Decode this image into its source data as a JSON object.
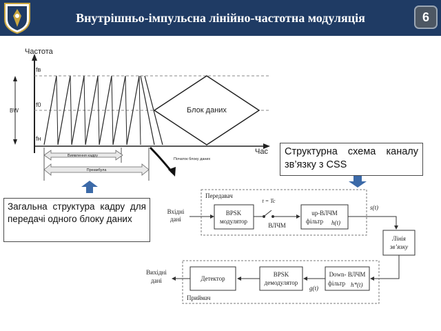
{
  "header": {
    "title": "Внутрішньо-імпульсна лінійно-частотна модуляція",
    "page_number": "6",
    "colors": {
      "header_bg": "#1f3b64",
      "arrow": "#3c6aa8"
    }
  },
  "chirp_figure": {
    "y_axis_label": "Частота",
    "x_axis_label": "Час",
    "f_top": "fв",
    "f_center": "f0",
    "f_bottom": "fн",
    "bandwidth": "BW",
    "data_block": "Блок даних",
    "sync_bar": "Виявлення кадру",
    "preamble_bar": "Преамбула",
    "block_start": "Початок блоку даних"
  },
  "callouts": {
    "structure_title": "Структурна схема каналу зв’язку з CSS",
    "frame_title": "Загальна структура кадру для передачі одного блоку даних"
  },
  "block_diagram": {
    "transmitter_label": "Передавач",
    "receiver_label": "Приймач",
    "input_data": [
      "Вхідні",
      "дані"
    ],
    "output_data": [
      "Вихідні",
      "дані"
    ],
    "bpsk_modulator": [
      "BPSK",
      "модулятор"
    ],
    "switch_time": "t = Tc",
    "chirp_label": "ВЛЧМ",
    "up_filter": [
      "up-ВЛЧМ",
      "фільтр"
    ],
    "up_filter_fn": "h(t)",
    "signal_s": "s(t)",
    "channel": [
      "Лінія",
      "зв’язку"
    ],
    "down_filter": [
      "Down- ВЛЧМ",
      "фільтр"
    ],
    "down_filter_fn": "h*(t)",
    "bpsk_demodulator": [
      "BPSK",
      "демодулятор"
    ],
    "detector": "Детектор",
    "signal_g": "g(t)"
  }
}
